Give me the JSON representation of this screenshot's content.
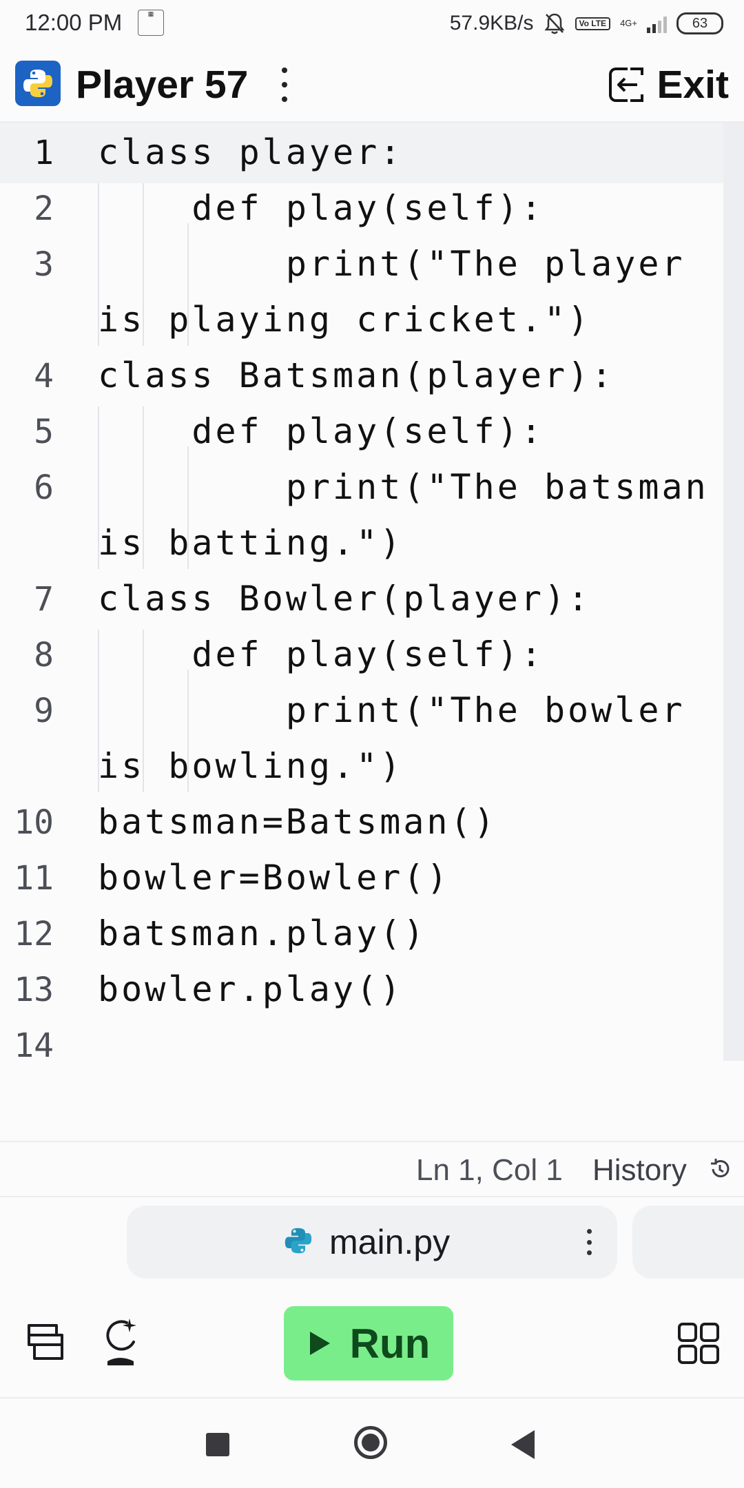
{
  "status_bar": {
    "time": "12:00 PM",
    "network_speed": "57.9KB/s",
    "volte": "Vo LTE",
    "network_type": "4G+",
    "battery": "63"
  },
  "header": {
    "title": "Player 57",
    "exit_label": "Exit"
  },
  "editor": {
    "lines": [
      {
        "num": "1",
        "text": "class player:"
      },
      {
        "num": "2",
        "text": "    def play(self):"
      },
      {
        "num": "3",
        "text": "        print(\"The player"
      },
      {
        "num": "",
        "text": "is playing cricket.\")"
      },
      {
        "num": "4",
        "text": "class Batsman(player):"
      },
      {
        "num": "5",
        "text": "    def play(self):"
      },
      {
        "num": "6",
        "text": "        print(\"The batsman"
      },
      {
        "num": "",
        "text": "is batting.\")"
      },
      {
        "num": "7",
        "text": "class Bowler(player):"
      },
      {
        "num": "8",
        "text": "    def play(self):"
      },
      {
        "num": "9",
        "text": "        print(\"The bowler"
      },
      {
        "num": "",
        "text": "is bowling.\")"
      },
      {
        "num": "10",
        "text": "batsman=Batsman()"
      },
      {
        "num": "11",
        "text": "bowler=Bowler()"
      },
      {
        "num": "12",
        "text": "batsman.play()"
      },
      {
        "num": "13",
        "text": "bowler.play()"
      },
      {
        "num": "14",
        "text": ""
      }
    ]
  },
  "status_row": {
    "cursor_position": "Ln 1, Col 1",
    "history_label": "History"
  },
  "tabs": {
    "active_file": "main.py"
  },
  "toolbar": {
    "run_label": "Run"
  },
  "colors": {
    "run_button": "#7aed8b",
    "python_blue": "#1d63c3",
    "python_yellow": "#f7cf3e"
  }
}
